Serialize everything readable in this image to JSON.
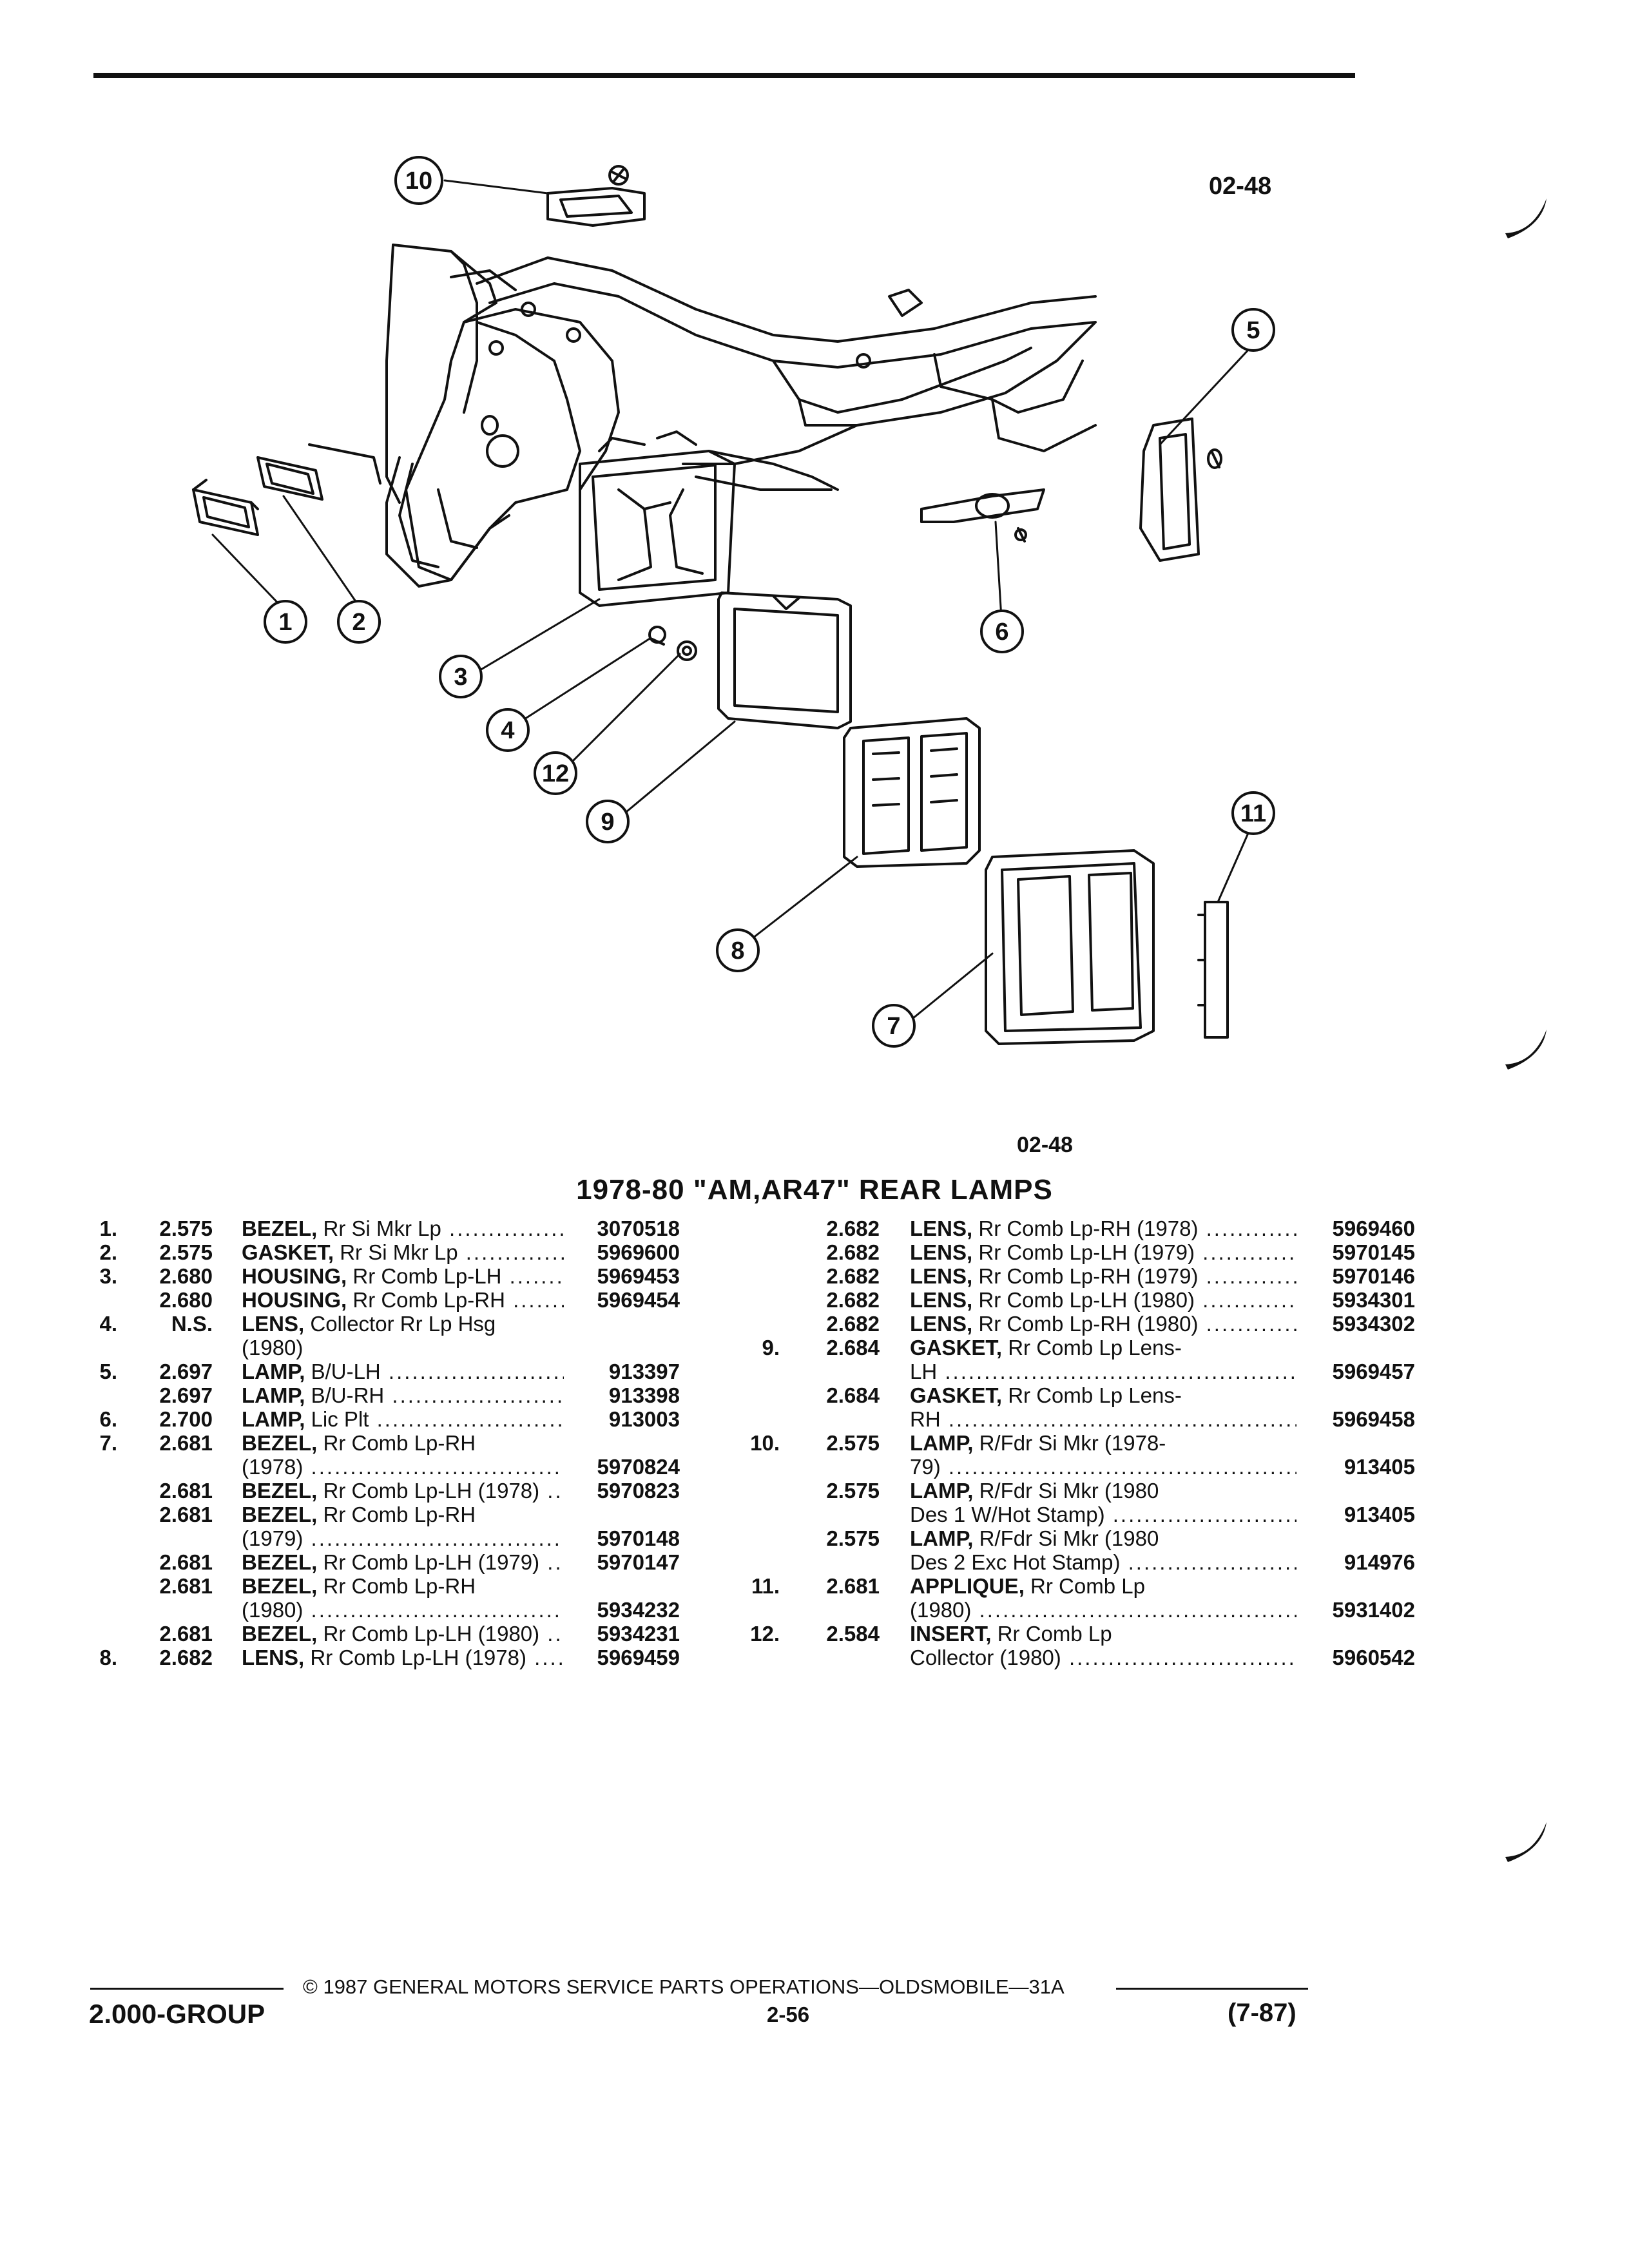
{
  "figure": {
    "code_top": "02-48",
    "code_bottom": "02-48"
  },
  "callouts": [
    "1",
    "2",
    "3",
    "4",
    "5",
    "6",
    "7",
    "8",
    "9",
    "10",
    "11",
    "12"
  ],
  "section_title": "1978-80 \"AM,AR47\" REAR LAMPS",
  "left_rows": [
    {
      "item": "1.",
      "grp": "2.575",
      "name": "BEZEL,",
      "rest": " Rr Si Mkr Lp",
      "pn": "3070518"
    },
    {
      "item": "2.",
      "grp": "2.575",
      "name": "GASKET,",
      "rest": " Rr Si Mkr Lp",
      "pn": "5969600"
    },
    {
      "item": "3.",
      "grp": "2.680",
      "name": "HOUSING,",
      "rest": " Rr Comb Lp-LH",
      "pn": "5969453"
    },
    {
      "item": "",
      "grp": "2.680",
      "name": "HOUSING,",
      "rest": " Rr Comb Lp-RH",
      "pn": "5969454"
    },
    {
      "item": "4.",
      "grp": "N.S.",
      "name": "LENS,",
      "rest": " Collector Rr Lp Hsg",
      "pn": ""
    },
    {
      "item": "",
      "grp": "",
      "name": "",
      "rest": "(1980)",
      "pn": ""
    },
    {
      "item": "5.",
      "grp": "2.697",
      "name": "LAMP,",
      "rest": " B/U-LH",
      "pn": "913397"
    },
    {
      "item": "",
      "grp": "2.697",
      "name": "LAMP,",
      "rest": " B/U-RH",
      "pn": "913398"
    },
    {
      "item": "6.",
      "grp": "2.700",
      "name": "LAMP,",
      "rest": " Lic Plt",
      "pn": "913003"
    },
    {
      "item": "7.",
      "grp": "2.681",
      "name": "BEZEL,",
      "rest": " Rr Comb Lp-RH",
      "pn": ""
    },
    {
      "item": "",
      "grp": "",
      "name": "",
      "rest": "(1978)",
      "pn": "5970824"
    },
    {
      "item": "",
      "grp": "2.681",
      "name": "BEZEL,",
      "rest": " Rr Comb Lp-LH (1978)",
      "pn": "5970823"
    },
    {
      "item": "",
      "grp": "2.681",
      "name": "BEZEL,",
      "rest": " Rr Comb Lp-RH",
      "pn": ""
    },
    {
      "item": "",
      "grp": "",
      "name": "",
      "rest": "(1979)",
      "pn": "5970148"
    },
    {
      "item": "",
      "grp": "2.681",
      "name": "BEZEL,",
      "rest": " Rr Comb Lp-LH (1979)",
      "pn": "5970147"
    },
    {
      "item": "",
      "grp": "2.681",
      "name": "BEZEL,",
      "rest": " Rr Comb Lp-RH",
      "pn": ""
    },
    {
      "item": "",
      "grp": "",
      "name": "",
      "rest": "(1980)",
      "pn": "5934232"
    },
    {
      "item": "",
      "grp": "2.681",
      "name": "BEZEL,",
      "rest": " Rr Comb Lp-LH (1980)",
      "pn": "5934231"
    },
    {
      "item": "8.",
      "grp": "2.682",
      "name": "LENS,",
      "rest": " Rr Comb Lp-LH (1978)",
      "pn": "5969459"
    }
  ],
  "right_rows": [
    {
      "item": "",
      "grp": "2.682",
      "name": "LENS,",
      "rest": " Rr Comb Lp-RH (1978)",
      "pn": "5969460"
    },
    {
      "item": "",
      "grp": "2.682",
      "name": "LENS,",
      "rest": " Rr Comb Lp-LH (1979)",
      "pn": "5970145"
    },
    {
      "item": "",
      "grp": "2.682",
      "name": "LENS,",
      "rest": " Rr Comb Lp-RH (1979)",
      "pn": "5970146"
    },
    {
      "item": "",
      "grp": "2.682",
      "name": "LENS,",
      "rest": " Rr Comb Lp-LH (1980)",
      "pn": "5934301"
    },
    {
      "item": "",
      "grp": "2.682",
      "name": "LENS,",
      "rest": " Rr Comb Lp-RH (1980)",
      "pn": "5934302"
    },
    {
      "item": "9.",
      "grp": "2.684",
      "name": "GASKET,",
      "rest": " Rr Comb Lp Lens-",
      "pn": ""
    },
    {
      "item": "",
      "grp": "",
      "name": "",
      "rest": "LH",
      "pn": "5969457"
    },
    {
      "item": "",
      "grp": "2.684",
      "name": "GASKET,",
      "rest": " Rr Comb Lp Lens-",
      "pn": ""
    },
    {
      "item": "",
      "grp": "",
      "name": "",
      "rest": "RH",
      "pn": "5969458"
    },
    {
      "item": "10.",
      "grp": "2.575",
      "name": "LAMP,",
      "rest": " R/Fdr Si Mkr (1978-",
      "pn": ""
    },
    {
      "item": "",
      "grp": "",
      "name": "",
      "rest": "79)",
      "pn": "913405"
    },
    {
      "item": "",
      "grp": "2.575",
      "name": "LAMP,",
      "rest": " R/Fdr Si Mkr (1980",
      "pn": ""
    },
    {
      "item": "",
      "grp": "",
      "name": "",
      "rest": "Des 1 W/Hot Stamp)",
      "pn": "913405"
    },
    {
      "item": "",
      "grp": "2.575",
      "name": "LAMP,",
      "rest": " R/Fdr Si Mkr (1980",
      "pn": ""
    },
    {
      "item": "",
      "grp": "",
      "name": "",
      "rest": "Des 2 Exc Hot Stamp)",
      "pn": "914976"
    },
    {
      "item": "11.",
      "grp": "2.681",
      "name": "APPLIQUE,",
      "rest": " Rr Comb Lp",
      "pn": ""
    },
    {
      "item": "",
      "grp": "",
      "name": "",
      "rest": "(1980)",
      "pn": "5931402"
    },
    {
      "item": "12.",
      "grp": "2.584",
      "name": "INSERT,",
      "rest": " Rr Comb Lp",
      "pn": ""
    },
    {
      "item": "",
      "grp": "",
      "name": "",
      "rest": "Collector (1980)",
      "pn": "5960542"
    }
  ],
  "footer": {
    "copyright": "© 1987 GENERAL MOTORS SERVICE PARTS OPERATIONS—OLDSMOBILE—31A",
    "group": "2.000-GROUP",
    "page": "2-56",
    "date": "(7-87)"
  }
}
